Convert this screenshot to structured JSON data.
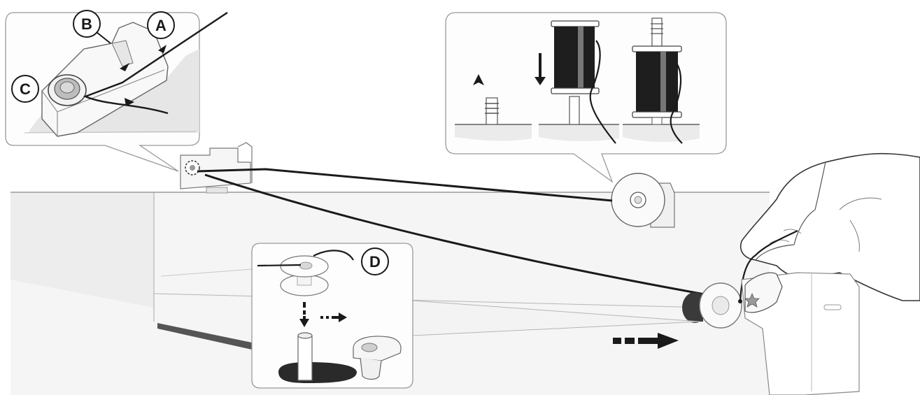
{
  "labels": {
    "a": "A",
    "b": "B",
    "c": "C",
    "d": "D"
  },
  "colors": {
    "thread": "#1a1a1a",
    "machine_body": "#f4f4f4",
    "shadow": "#d4d4d4",
    "callout_border": "#9a9a9a",
    "spool_dark": "#1e1e1e"
  },
  "icons": [
    "arrow-down-icon",
    "arrow-up-icon",
    "dashed-arrow-right-icon",
    "hand-icon",
    "star-icon"
  ]
}
